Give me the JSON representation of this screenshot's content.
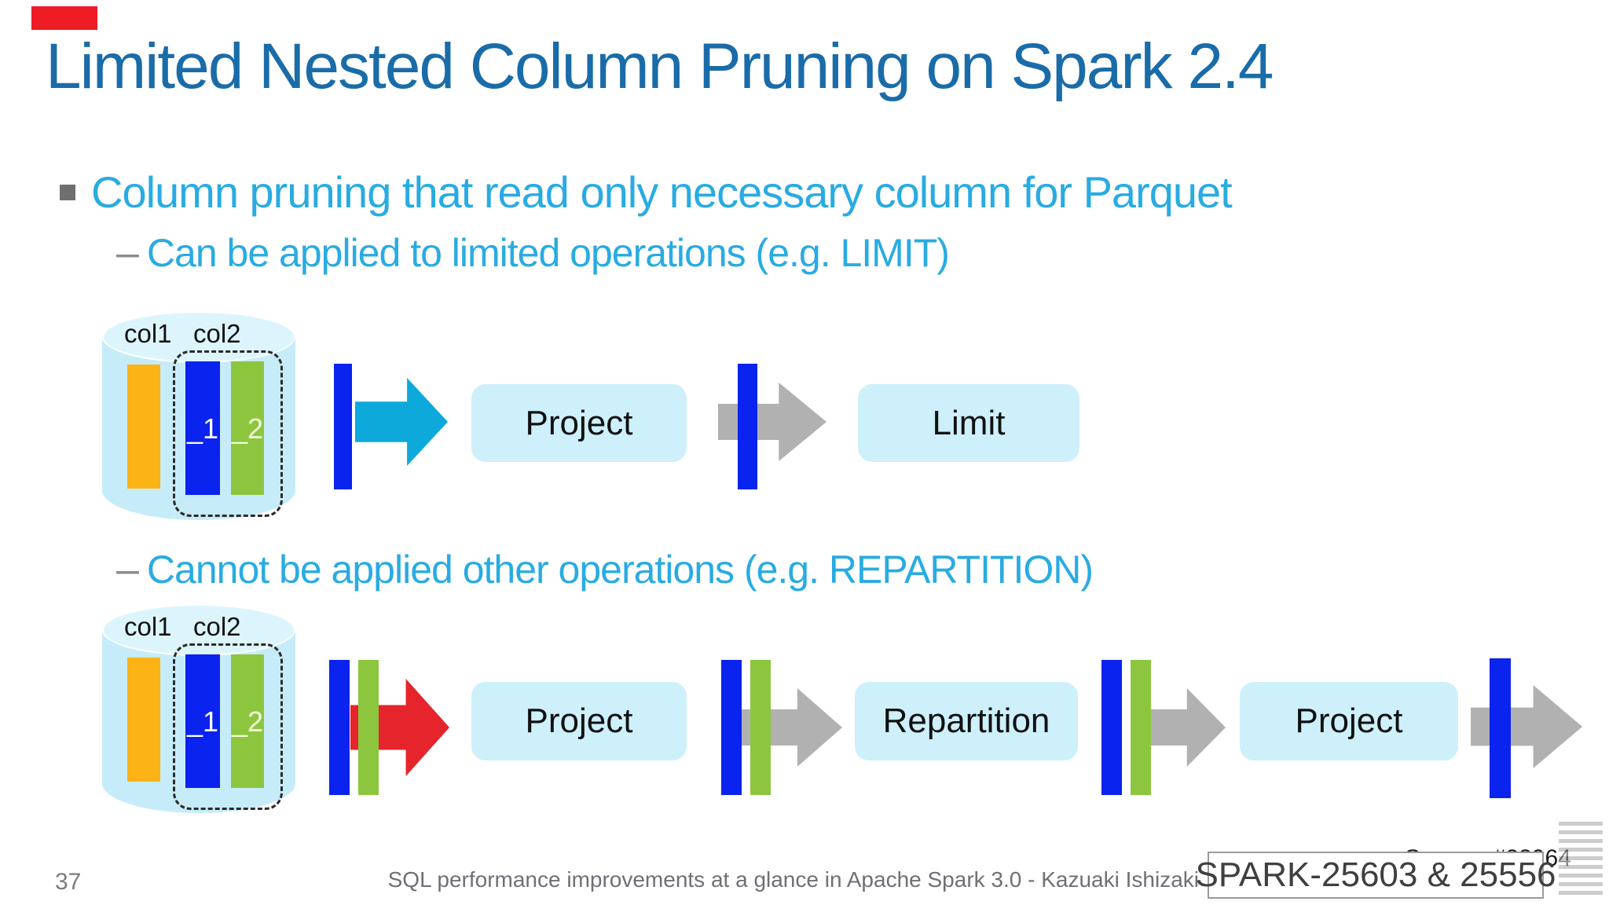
{
  "slide": {
    "title": "Limited Nested Column Pruning on Spark 2.4",
    "bullet": "Column pruning that read only necessary column for Parquet",
    "sub_bullets": {
      "limit": "Can be applied to limited operations (e.g. LIMIT)",
      "repartition": "Cannot be applied other operations (e.g. REPARTITION)"
    },
    "dash_marker": "–"
  },
  "diagram": {
    "cylinder": {
      "col1": "col1",
      "col2": "col2",
      "field1": "_1",
      "field2": "_2"
    },
    "row1": {
      "project": "Project",
      "limit": "Limit"
    },
    "row2": {
      "project1": "Project",
      "repartition": "Repartition",
      "project2": "Project"
    }
  },
  "source_note": "Source: #23964",
  "footer": {
    "page_number": "37",
    "caption": "SQL performance improvements at a glance in Apache Spark 3.0 - Kazuaki Ishizaki",
    "ticket_box": "SPARK-25603 & 25556"
  },
  "colors": {
    "title_blue": "#1a6ca9",
    "bullet_cyan": "#29abe2",
    "bar_blue": "#0a23ee",
    "bar_green": "#8cc63f",
    "bar_orange": "#fcb316",
    "arrow_cyan": "#0da9da",
    "arrow_gray": "#b1b1b1",
    "arrow_red": "#e6242b",
    "box_fill": "#cdf0fb",
    "badge_red": "#ee1c25"
  }
}
